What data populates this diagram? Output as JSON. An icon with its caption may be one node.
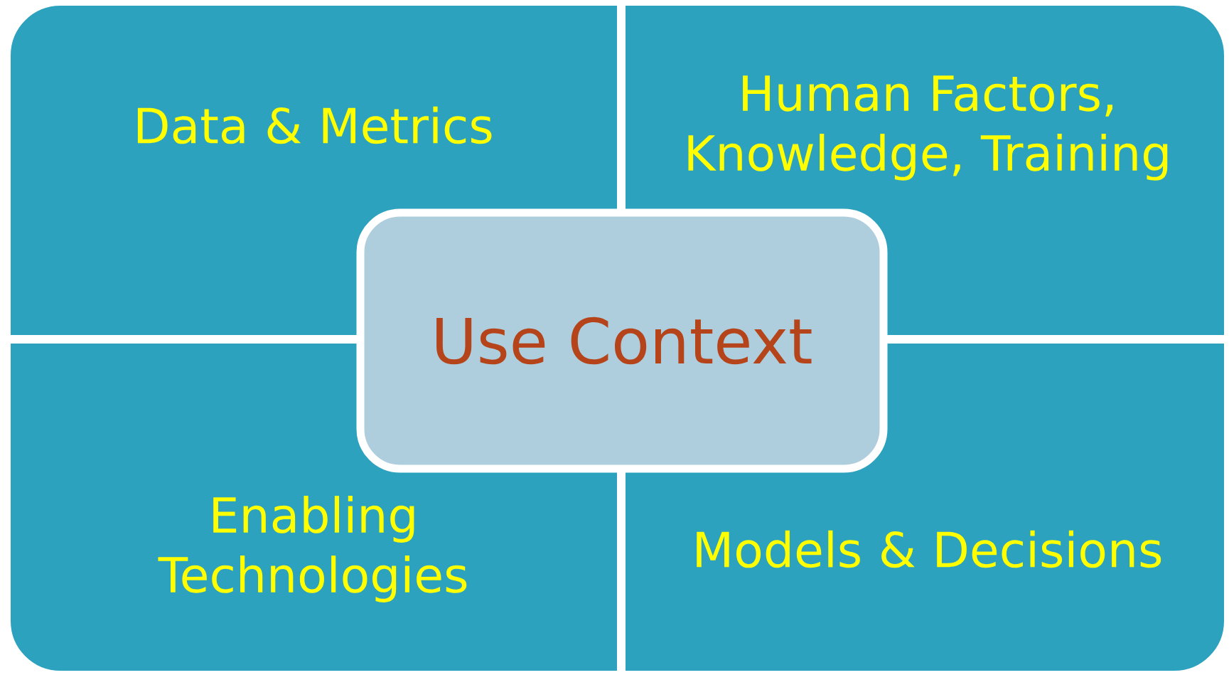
{
  "diagram": {
    "nodes": [
      {
        "text": [
          "Data & Metrics"
        ]
      },
      {
        "text": [
          "Human Factors, Knowledge, Training"
        ]
      },
      {
        "text": [
          "Use Context"
        ]
      },
      {
        "text": [
          "Enabling Technologies"
        ]
      },
      {
        "text": [
          "Models & Decisions"
        ]
      }
    ]
  }
}
